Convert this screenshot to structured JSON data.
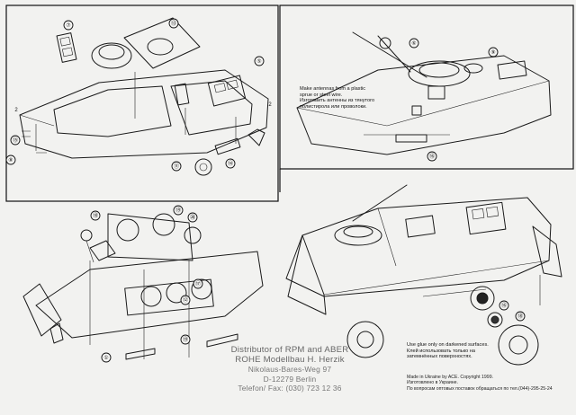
{
  "panels": {
    "top_right": {
      "note_antennas": {
        "en_line1": "Make antennas from a plastic",
        "en_line2": "sprue or steel wire.",
        "ru_line1": "Изготовить антенны из тянутого",
        "ru_line2": "полистирола или проволоки."
      }
    },
    "bottom_right": {
      "note_glue": {
        "en_line1": "Use glue only on darkened surfaces.",
        "ru_line1": "Клей использовать только на",
        "ru_line2": "затемнённых поверхностях."
      }
    }
  },
  "part_numbers": {
    "top_left": [
      "⑬",
      "⑦",
      "⑤",
      "2",
      "2",
      "⑮",
      "⑪",
      "⑭",
      "⑧"
    ],
    "top_right": [
      "⑥",
      "⑯",
      "⑨"
    ],
    "bottom_left": [
      "⑲",
      "⑳",
      "⑱",
      "⑰",
      "⑫",
      "①",
      "⑲"
    ],
    "bottom_right": [
      "⑱",
      "⑯"
    ]
  },
  "distributor": {
    "line1": "Distributor of RPM and ABER",
    "line2": "ROHE Modellbau    H. Herzik",
    "line3": "Nikolaus-Bares-Weg 97",
    "line4": "D-12279 Berlin",
    "line5": "Telefon/ Fax: (030) 723 12 36"
  },
  "copyright": {
    "line1": "Made in Ukraine by ACE. Copyright 1999.",
    "line2": "Изготовлено в Украине.",
    "line3": "По вопросам оптовых поставок обращаться по тел.(044)-295-25-24"
  },
  "colors": {
    "ink": "#1a1a1a",
    "paper": "#f2f2f0",
    "stamp_gray": "#777777"
  }
}
